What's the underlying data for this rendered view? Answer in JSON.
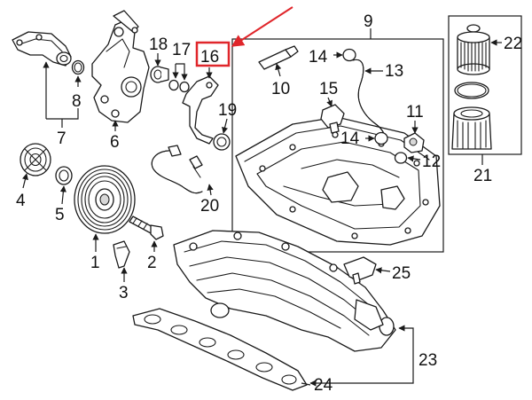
{
  "diagram": {
    "callouts": [
      {
        "id": "1",
        "label": "1"
      },
      {
        "id": "2",
        "label": "2"
      },
      {
        "id": "3",
        "label": "3"
      },
      {
        "id": "4",
        "label": "4"
      },
      {
        "id": "5",
        "label": "5"
      },
      {
        "id": "6",
        "label": "6"
      },
      {
        "id": "7",
        "label": "7"
      },
      {
        "id": "8",
        "label": "8"
      },
      {
        "id": "9",
        "label": "9"
      },
      {
        "id": "10",
        "label": "10"
      },
      {
        "id": "11",
        "label": "11"
      },
      {
        "id": "12",
        "label": "12"
      },
      {
        "id": "13",
        "label": "13"
      },
      {
        "id": "14a",
        "label": "14"
      },
      {
        "id": "14b",
        "label": "14"
      },
      {
        "id": "15",
        "label": "15"
      },
      {
        "id": "16",
        "label": "16"
      },
      {
        "id": "17",
        "label": "17"
      },
      {
        "id": "18",
        "label": "18"
      },
      {
        "id": "19",
        "label": "19"
      },
      {
        "id": "20",
        "label": "20"
      },
      {
        "id": "21",
        "label": "21"
      },
      {
        "id": "22",
        "label": "22"
      },
      {
        "id": "23",
        "label": "23"
      },
      {
        "id": "24",
        "label": "24"
      },
      {
        "id": "25",
        "label": "25"
      }
    ],
    "highlight": {
      "callout": "16",
      "color": "#e0262b"
    }
  }
}
